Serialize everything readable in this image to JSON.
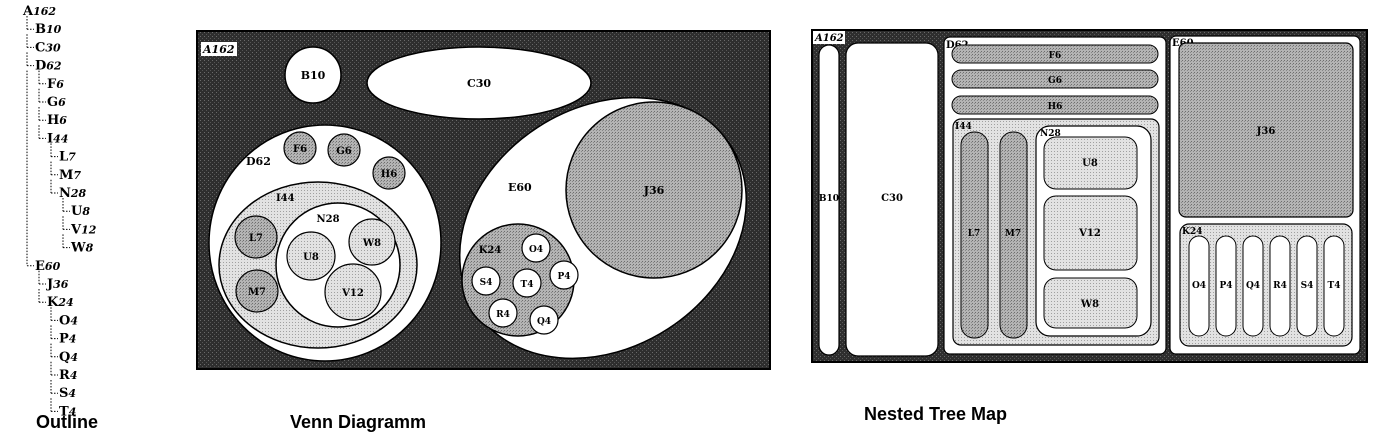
{
  "captions": {
    "outline": "Outline",
    "venn": "Venn Diagramm",
    "treemap": "Nested Tree Map"
  },
  "outline": {
    "nodes": [
      {
        "label": "A",
        "value": "162",
        "depth": 0
      },
      {
        "label": "B",
        "value": "10",
        "depth": 1
      },
      {
        "label": "C",
        "value": "30",
        "depth": 1
      },
      {
        "label": "D",
        "value": "62",
        "depth": 1
      },
      {
        "label": "F",
        "value": "6",
        "depth": 2
      },
      {
        "label": "G",
        "value": "6",
        "depth": 2
      },
      {
        "label": "H",
        "value": "6",
        "depth": 2
      },
      {
        "label": "I",
        "value": "44",
        "depth": 2
      },
      {
        "label": "L",
        "value": "7",
        "depth": 3
      },
      {
        "label": "M",
        "value": "7",
        "depth": 3
      },
      {
        "label": "N",
        "value": "28",
        "depth": 3
      },
      {
        "label": "U",
        "value": "8",
        "depth": 4
      },
      {
        "label": "V",
        "value": "12",
        "depth": 4
      },
      {
        "label": "W",
        "value": "8",
        "depth": 4
      },
      {
        "label": "E",
        "value": "60",
        "depth": 1
      },
      {
        "label": "J",
        "value": "36",
        "depth": 2
      },
      {
        "label": "K",
        "value": "24",
        "depth": 2
      },
      {
        "label": "O",
        "value": "4",
        "depth": 3
      },
      {
        "label": "P",
        "value": "4",
        "depth": 3
      },
      {
        "label": "Q",
        "value": "4",
        "depth": 3
      },
      {
        "label": "R",
        "value": "4",
        "depth": 3
      },
      {
        "label": "S",
        "value": "4",
        "depth": 3
      },
      {
        "label": "T",
        "value": "4",
        "depth": 3
      }
    ]
  },
  "venn": {
    "labels": {
      "A": "A162",
      "B": "B10",
      "C": "C30",
      "D": "D62",
      "F": "F6",
      "G": "G6",
      "H": "H6",
      "I": "I44",
      "L": "L7",
      "M": "M7",
      "N": "N28",
      "U": "U8",
      "V": "V12",
      "W": "W8",
      "E": "E60",
      "J": "J36",
      "K": "K24",
      "O": "O4",
      "P": "P4",
      "Q": "Q4",
      "R": "R4",
      "S": "S4",
      "T": "T4"
    }
  },
  "treemap": {
    "labels": {
      "A": "A162",
      "B": "B10",
      "C": "C30",
      "D": "D62",
      "F": "F6",
      "G": "G6",
      "H": "H6",
      "I": "I44",
      "L": "L7",
      "M": "M7",
      "N": "N28",
      "U": "U8",
      "V": "V12",
      "W": "W8",
      "E": "E60",
      "J": "J36",
      "K": "K24",
      "O": "O4",
      "P": "P4",
      "Q": "Q4",
      "R": "R4",
      "S": "S4",
      "T": "T4"
    }
  },
  "colors": {
    "dark": "#2e2e2e",
    "medium": "#a8a8a8",
    "light": "#dadada",
    "white": "#ffffff",
    "ink": "#000000"
  }
}
